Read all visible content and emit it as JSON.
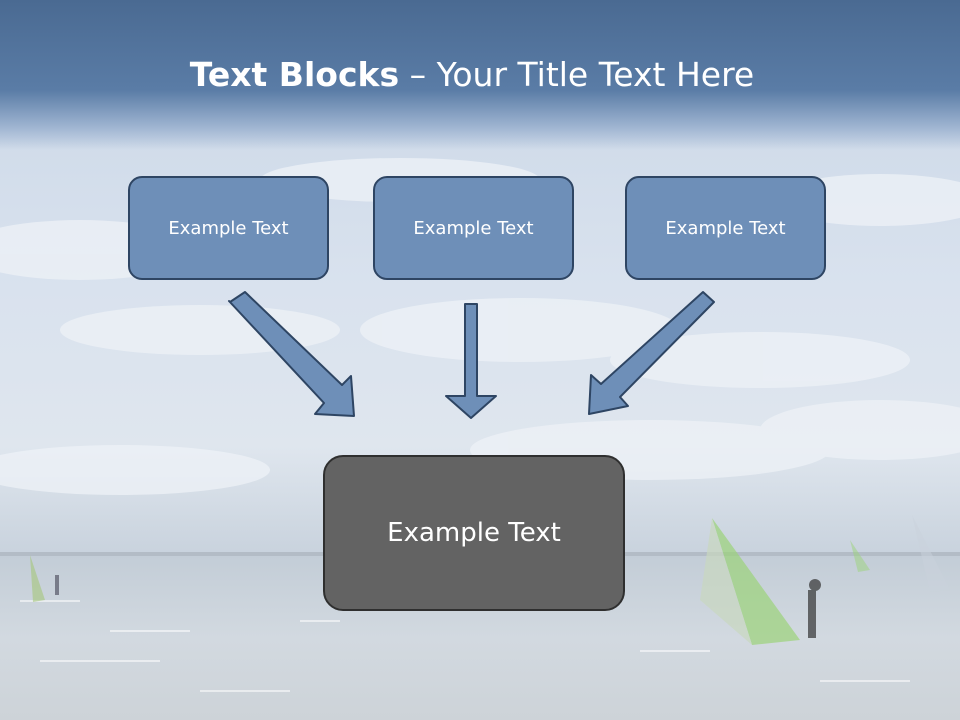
{
  "title": {
    "bold": "Text Blocks",
    "dash": " – ",
    "rest": "Your Title Text Here"
  },
  "blocks": {
    "top_left": "Example Text",
    "top_middle": "Example Text",
    "top_right": "Example Text",
    "center": "Example Text"
  },
  "colors": {
    "title_band": "#5a7ca6",
    "block_fill": "#6e8fb8",
    "center_fill": "#636363",
    "arrow_fill": "#6e8fb8"
  },
  "background": {
    "scene": "sky-and-sea-with-windsurfers"
  }
}
